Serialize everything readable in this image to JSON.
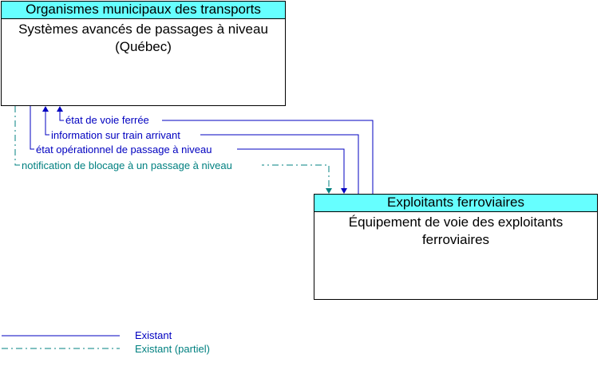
{
  "colors": {
    "existing": "#0000c0",
    "partial": "#008080",
    "header": "#66ffff"
  },
  "source": {
    "header": "Organismes municipaux des transports",
    "title": "Systèmes avancés de passages à niveau (Québec)"
  },
  "target": {
    "header": "Exploitants ferroviaires",
    "title": "Équipement de voie des exploitants ferroviaires"
  },
  "flows": [
    {
      "label": "état de voie ferrée",
      "status": "Existant",
      "direction": "to-source"
    },
    {
      "label": "information sur train arrivant",
      "status": "Existant",
      "direction": "to-source"
    },
    {
      "label": "état opérationnel de passage à niveau",
      "status": "Existant",
      "direction": "to-target"
    },
    {
      "label": "notification de blocage à un passage à niveau",
      "status": "Existant (partiel)",
      "direction": "to-target"
    }
  ],
  "legend": {
    "existing": "Existant",
    "partial": "Existant (partiel)"
  }
}
